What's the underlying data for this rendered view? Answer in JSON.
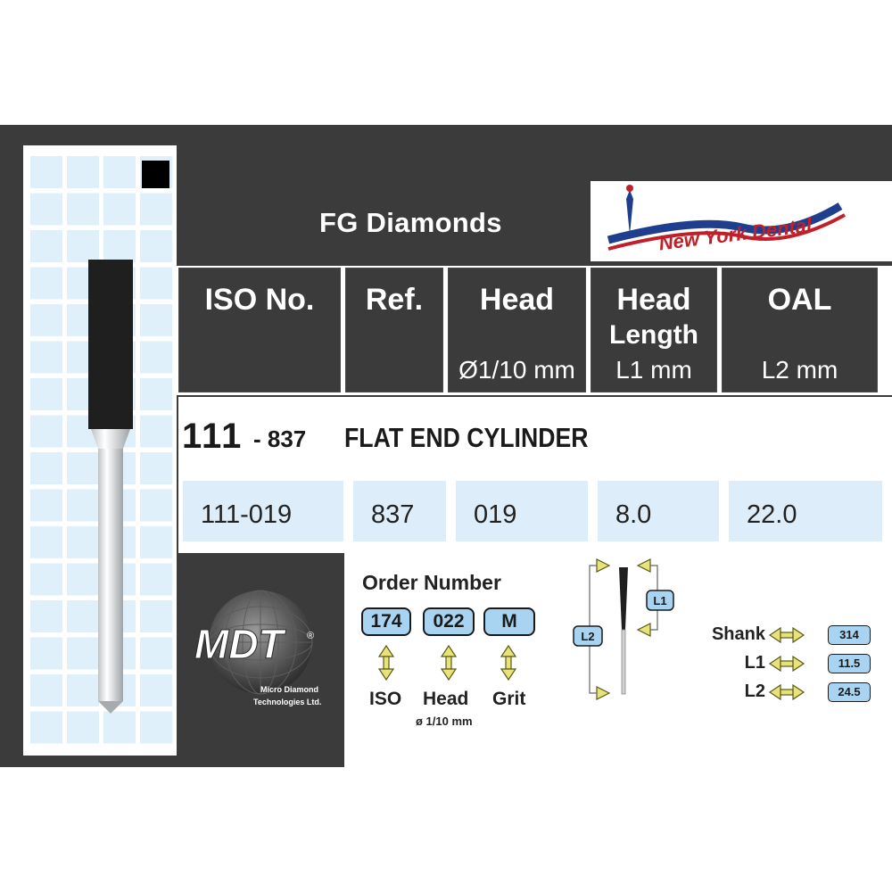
{
  "header": {
    "title": "FG Diamonds",
    "logo_text": "New York Dental"
  },
  "columns": [
    {
      "main": "ISO No.",
      "main2": "",
      "sub": ""
    },
    {
      "main": "Ref.",
      "main2": "",
      "sub": ""
    },
    {
      "main": "Head",
      "main2": "",
      "sub": "Ø1/10 mm"
    },
    {
      "main": "Head",
      "main2": "Length",
      "sub": "L1 mm"
    },
    {
      "main": "OAL",
      "main2": "",
      "sub": "L2 mm"
    }
  ],
  "product": {
    "iso": "111",
    "ref": "- 837",
    "name": "FLAT END CYLINDER"
  },
  "row": [
    "111-019",
    "837",
    "019",
    "8.0",
    "22.0"
  ],
  "order": {
    "title": "Order Number",
    "codes": [
      "174",
      "022",
      "M"
    ],
    "labels": [
      "ISO",
      "Head",
      "Grit"
    ],
    "head_unit": "ø 1/10 mm"
  },
  "mdt": {
    "brand": "MDT",
    "line1": "Micro Diamond",
    "line2": "Technologies Ltd."
  },
  "diagram": {
    "l1": "L1",
    "l2": "L2"
  },
  "specs": [
    {
      "label": "Shank",
      "value": "314"
    },
    {
      "label": "L1",
      "value": "11.5"
    },
    {
      "label": "L2",
      "value": "24.5"
    }
  ],
  "colors": {
    "dark": "#3b3b3b",
    "light_blue": "#ddeefa",
    "pill_blue": "#a8d4f2",
    "arrow_yellow": "#e8e27a"
  }
}
